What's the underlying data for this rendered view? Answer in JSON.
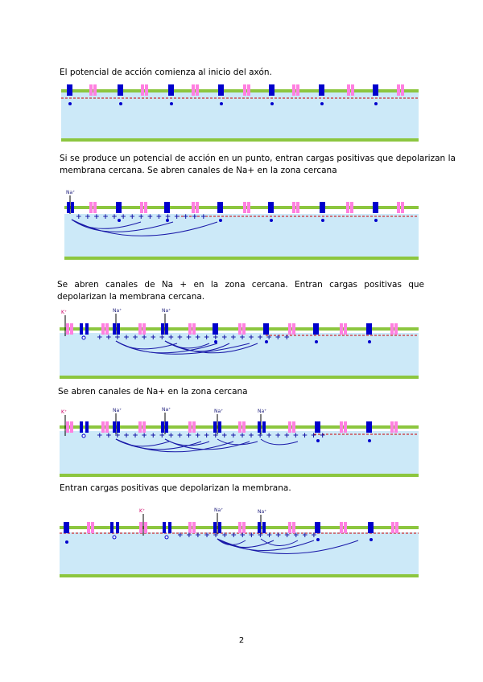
{
  "page": {
    "page_number": "2",
    "sections": [
      {
        "caption": "El potencial de acción comienza al inicio del axón.",
        "figure": {
          "labels": []
        }
      },
      {
        "caption": "Si se produce un potencial de acción en un punto, entran cargas positivas que depolarizan la membrana cercana. Se abren canales de Na+ en la zona cercana",
        "figure": {
          "labels": [
            "Na⁺"
          ]
        }
      },
      {
        "caption": "Se abren canales de Na + en la zona cercana. Entran cargas positivas que depolarizan la membrana cercana.",
        "figure": {
          "labels": [
            "K⁺",
            "Na⁺",
            "Na⁺"
          ]
        }
      },
      {
        "caption": "Se abren canales de Na+ en la zona cercana",
        "figure": {
          "labels": [
            "K⁺",
            "Na⁺",
            "Na⁺",
            "Na⁺",
            "Na⁺"
          ]
        }
      },
      {
        "caption": "Entran cargas positivas que depolarizan la membrana.",
        "figure": {
          "labels": [
            "K⁺",
            "Na⁺",
            "Na⁺"
          ]
        }
      }
    ]
  },
  "colors": {
    "membrane": "#8cc63f",
    "axon_fill": "#cce9f8",
    "na_channel": "#0000cc",
    "k_channel": "#ff80e0",
    "depolarized_line": "#cc0000",
    "charge": "#1a1aa8"
  }
}
